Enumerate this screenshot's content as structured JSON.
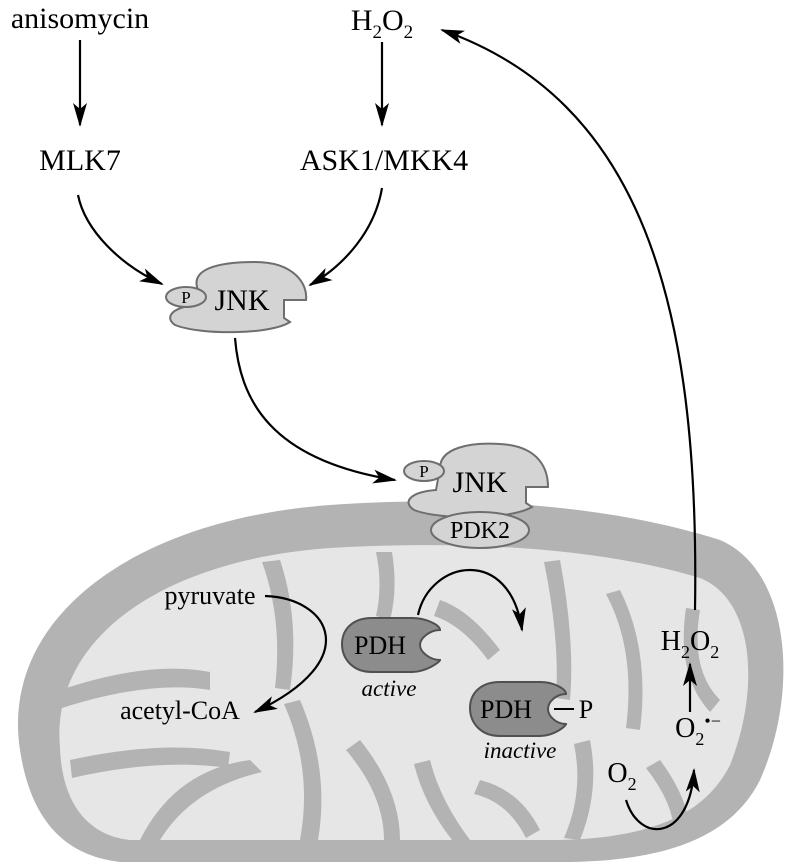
{
  "labels": {
    "anisomycin": "anisomycin",
    "h2o2_top": {
      "base": "H",
      "sub1": "2",
      "mid": "O",
      "sub2": "2"
    },
    "mlk7": "MLK7",
    "ask1_mkk4": "ASK1/MKK4",
    "jnk_cyto": "JNK",
    "jnk_mito": "JNK",
    "phospho": "P",
    "pdk2": "PDK2",
    "pyruvate": "pyruvate",
    "acetyl_coa": "acetyl-CoA",
    "pdh_active": "PDH",
    "pdh_inactive": "PDH",
    "phospho_pdh": "P",
    "active": "active",
    "inactive": "inactive",
    "h2o2_mito": {
      "base": "H",
      "sub1": "2",
      "mid": "O",
      "sub2": "2"
    },
    "o2": {
      "base": "O",
      "sub": "2"
    },
    "superoxide": {
      "base": "O",
      "sub": "2",
      "sup": "•−"
    }
  },
  "colors": {
    "mito_outer": "#b3b3b3",
    "mito_inner": "#e6e6e6",
    "jnk_fill": "#d4d4d4",
    "pdh_fill": "#8c8c8c",
    "outline": "#6e6e6e"
  }
}
